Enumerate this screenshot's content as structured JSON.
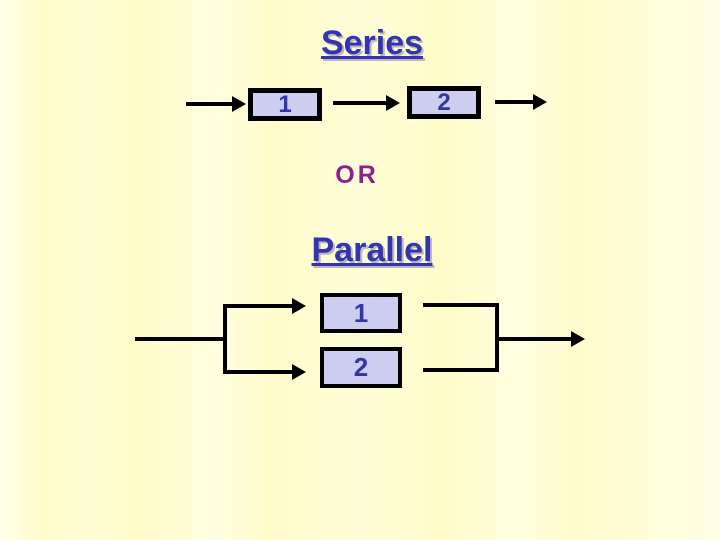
{
  "slide": {
    "series": {
      "title": "Series",
      "boxes": [
        "1",
        "2"
      ]
    },
    "or_label": "OR",
    "parallel": {
      "title": "Parallel",
      "boxes": [
        "1",
        "2"
      ]
    },
    "colors": {
      "background_yellow": "#FFFDD2",
      "title_blue": "#3333B3",
      "or_purple": "#8E1F8E",
      "box_fill_lavender": "#CDCDF0",
      "box_number_blue": "#3333AA",
      "line_black": "#000000",
      "title_shadow_gray": "#8282A0"
    }
  }
}
